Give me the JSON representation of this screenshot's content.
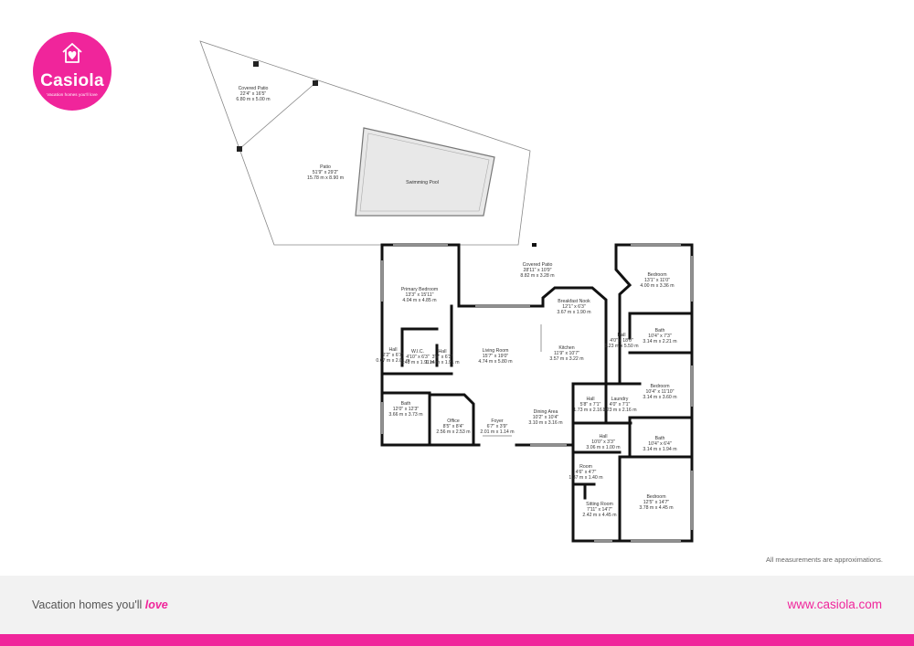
{
  "brand": {
    "name": "Casiola",
    "logo_tagline": "Vacation homes you'll love",
    "color": "#f0259b",
    "icon": "house-heart-icon"
  },
  "note": "All measurements are approximations.",
  "footer": {
    "tagline_prefix": "Vacation homes you'll ",
    "tagline_love": "love",
    "url": "www.casiola.com"
  },
  "rooms": [
    {
      "id": "covered-patio-top",
      "name": "Covered Patio",
      "imperial": "22'4\" x 16'5\"",
      "metric": "6.80 m x 5.00 m"
    },
    {
      "id": "patio",
      "name": "Patio",
      "imperial": "51'9\" x 29'2\"",
      "metric": "15.78 m x 8.90 m"
    },
    {
      "id": "swimming-pool",
      "name": "Swimming Pool",
      "imperial": "",
      "metric": ""
    },
    {
      "id": "covered-patio-rear",
      "name": "Covered Patio",
      "imperial": "28'11\" x 10'9\"",
      "metric": "8.82 m x 3.28 m"
    },
    {
      "id": "primary-bedroom",
      "name": "Primary Bedroom",
      "imperial": "13'3\" x 15'11\"",
      "metric": "4.04 m x 4.85 m"
    },
    {
      "id": "breakfast-nook",
      "name": "Breakfast Nook",
      "imperial": "12'1\" x 6'3\"",
      "metric": "3.67 m x 1.90 m"
    },
    {
      "id": "bedroom-1",
      "name": "Bedroom",
      "imperial": "13'1\" x 11'0\"",
      "metric": "4.00 m x 3.36 m"
    },
    {
      "id": "bath-1",
      "name": "Bath",
      "imperial": "10'4\" x 7'3\"",
      "metric": "3.14 m x 2.21 m"
    },
    {
      "id": "hall-east",
      "name": "Hall",
      "imperial": "4'0\" x 18'0\"",
      "metric": "1.23 m x 5.50 m"
    },
    {
      "id": "hall-west",
      "name": "Hall",
      "imperial": "2'2\" x 6'7\"",
      "metric": "0.67 m x 2.01 m"
    },
    {
      "id": "wic",
      "name": "W.I.C.",
      "imperial": "4'10\" x 6'3\"",
      "metric": "1.48 m x 1.91 m"
    },
    {
      "id": "hall-small",
      "name": "Hall",
      "imperial": "3'9\" x 6'3\"",
      "metric": "1.14 m x 1.91 m"
    },
    {
      "id": "living-room",
      "name": "Living Room",
      "imperial": "15'7\" x 19'0\"",
      "metric": "4.74 m x 5.80 m"
    },
    {
      "id": "kitchen",
      "name": "Kitchen",
      "imperial": "11'9\" x 10'7\"",
      "metric": "3.57 m x 3.22 m"
    },
    {
      "id": "bedroom-2",
      "name": "Bedroom",
      "imperial": "10'4\" x 11'10\"",
      "metric": "3.14 m x 3.60 m"
    },
    {
      "id": "bath-primary",
      "name": "Bath",
      "imperial": "12'0\" x 12'3\"",
      "metric": "3.66 m x 3.73 m"
    },
    {
      "id": "office",
      "name": "Office",
      "imperial": "8'5\" x 8'4\"",
      "metric": "2.56 m x 2.53 m"
    },
    {
      "id": "foyer",
      "name": "Foyer",
      "imperial": "6'7\" x 3'9\"",
      "metric": "2.01 m x 1.14 m"
    },
    {
      "id": "dining-area",
      "name": "Dining Area",
      "imperial": "10'2\" x 10'4\"",
      "metric": "3.10 m x 3.16 m"
    },
    {
      "id": "hall-center",
      "name": "Hall",
      "imperial": "5'8\" x 7'1\"",
      "metric": "1.73 m x 2.16 m"
    },
    {
      "id": "laundry",
      "name": "Laundry",
      "imperial": "4'0\" x 7'1\"",
      "metric": "1.23 m x 2.16 m"
    },
    {
      "id": "hall-south",
      "name": "Hall",
      "imperial": "10'0\" x 3'3\"",
      "metric": "3.06 m x 1.00 m"
    },
    {
      "id": "bath-2",
      "name": "Bath",
      "imperial": "10'4\" x 6'4\"",
      "metric": "3.14 m x 1.94 m"
    },
    {
      "id": "room",
      "name": "Room",
      "imperial": "4'6\" x 4'7\"",
      "metric": "1.37 m x 1.40 m"
    },
    {
      "id": "bedroom-3",
      "name": "Bedroom",
      "imperial": "12'5\" x 14'7\"",
      "metric": "3.78 m x 4.45 m"
    },
    {
      "id": "sitting-room",
      "name": "Sitting Room",
      "imperial": "7'11\" x 14'7\"",
      "metric": "2.42 m x 4.45 m"
    }
  ]
}
